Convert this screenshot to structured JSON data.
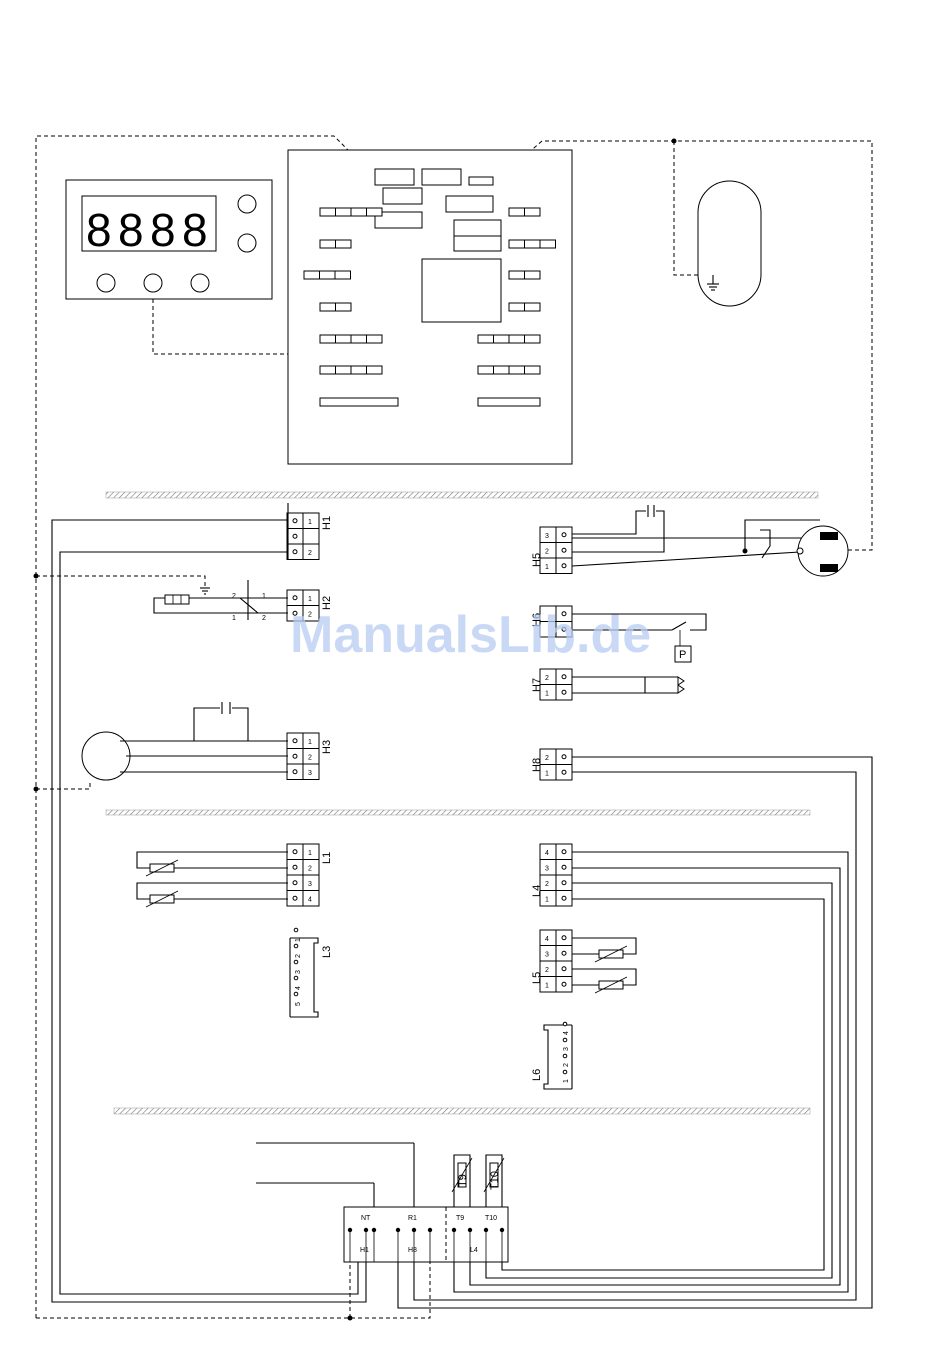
{
  "display": {
    "digits": [
      "8",
      "8",
      "8",
      "8"
    ]
  },
  "connectors": {
    "H1": "H1",
    "H2": "H2",
    "H3": "H3",
    "H5": "H5",
    "H6": "H6",
    "H7": "H7",
    "H8": "H8",
    "L1": "L1",
    "L3": "L3",
    "L4": "L4",
    "L5": "L5",
    "L6": "L6"
  },
  "terminal_block": {
    "NT": "NT",
    "R1": "R1",
    "T9": "T9",
    "T10": "T10",
    "H1": "H1",
    "H8": "H8",
    "L4": "L4"
  },
  "sensors": {
    "T9": "T9",
    "T10": "T10"
  },
  "pressure_switch": "P",
  "l3_pins": [
    "5",
    "4",
    "3",
    "2",
    "1"
  ],
  "l6_pins": [
    "1",
    "2",
    "3",
    "4"
  ],
  "watermark": "ManualsLib.de"
}
